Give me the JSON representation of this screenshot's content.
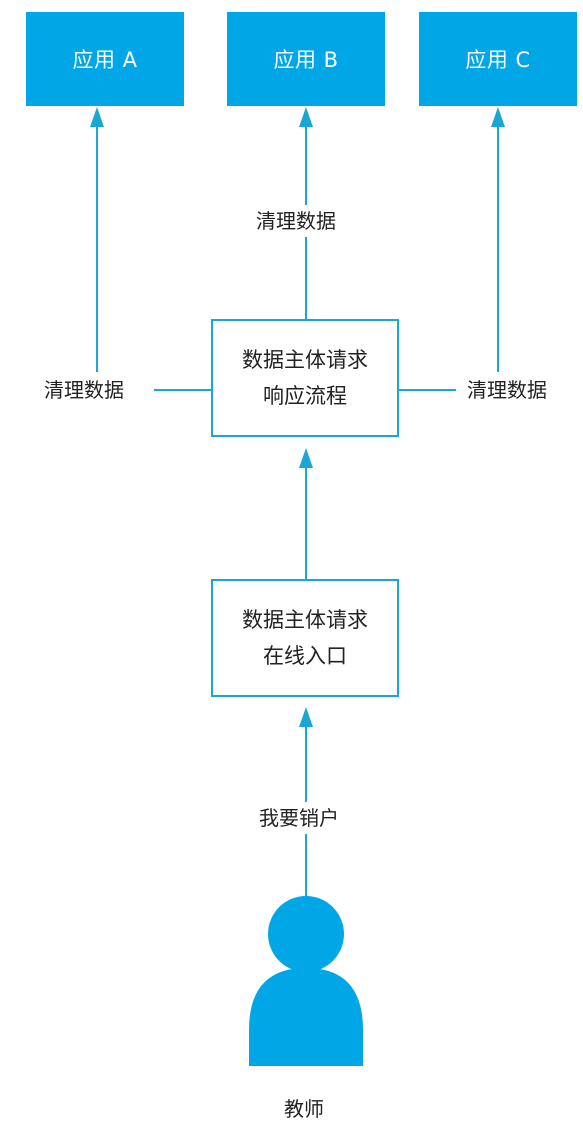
{
  "colors": {
    "accent": "#00a6e6",
    "line": "#1ba6d6",
    "text": "#222222"
  },
  "apps": [
    {
      "label": "应用 A"
    },
    {
      "label": "应用 B"
    },
    {
      "label": "应用 C"
    }
  ],
  "process": {
    "respond": {
      "line1": "数据主体请求",
      "line2": "响应流程"
    },
    "entry": {
      "line1": "数据主体请求",
      "line2": "在线入口"
    }
  },
  "edges": {
    "clean_left": "清理数据",
    "clean_middle": "清理数据",
    "clean_right": "清理数据",
    "request": "我要销户"
  },
  "actor": {
    "label": "教师",
    "icon": "person-icon"
  }
}
